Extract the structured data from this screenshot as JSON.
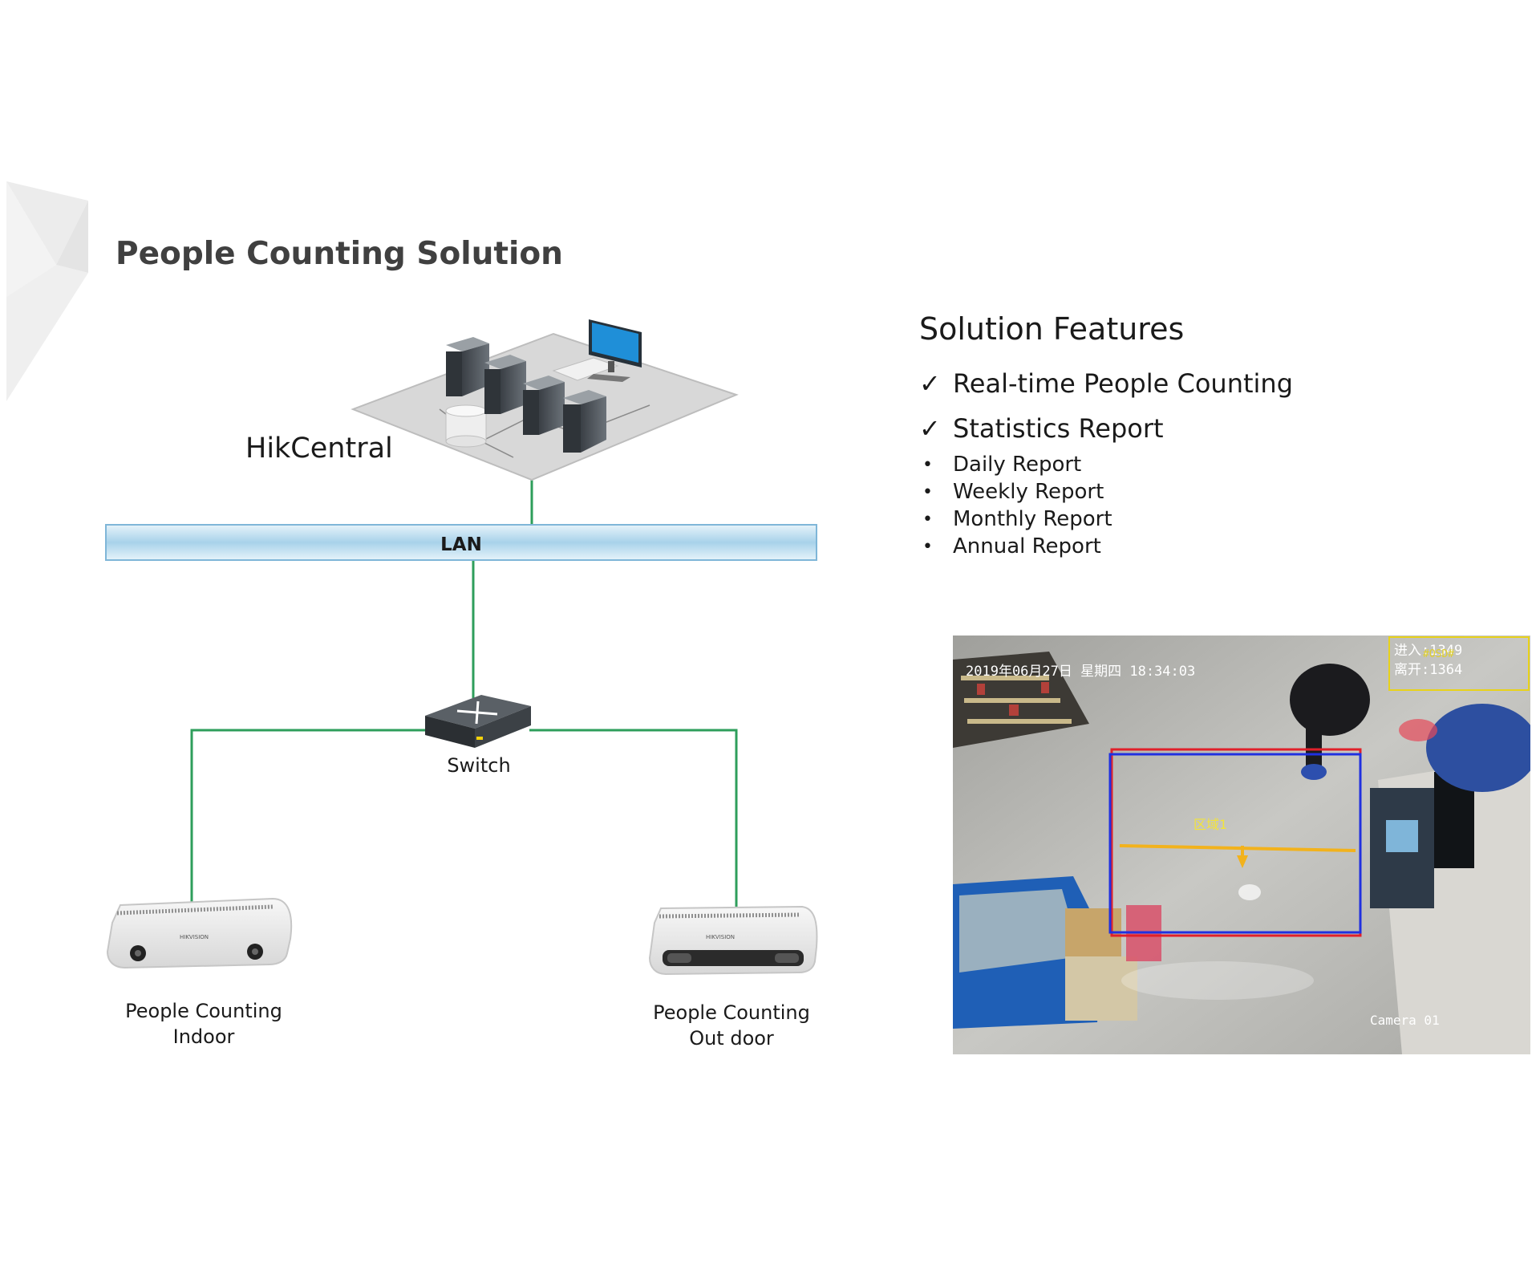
{
  "slide": {
    "title": "People Counting Solution"
  },
  "diagram": {
    "server_label": "HikCentral",
    "lan_label": "LAN",
    "switch_label": "Switch",
    "indoor_label_line1": "People Counting",
    "indoor_label_line2": "Indoor",
    "outdoor_label_line1": "People Counting",
    "outdoor_label_line2": "Out door",
    "camera_brand": "HIKVISION",
    "colors": {
      "connector": "#2e9e5b",
      "lan_bar": "#b7d9ec",
      "platform": "#d9d9d9",
      "monitor": "#1f8fd8"
    }
  },
  "features": {
    "heading": "Solution Features",
    "items": [
      {
        "label": "Real-time People Counting",
        "icon": "check-icon"
      },
      {
        "label": "Statistics Report",
        "icon": "check-icon"
      }
    ],
    "reports": [
      "Daily Report",
      "Weekly Report",
      "Monthly Report",
      "Annual Report"
    ]
  },
  "camera_feed": {
    "timestamp": "2019年06月27日 星期四 18:34:03",
    "counter_in": "进入:1349",
    "counter_out": "离开:1364",
    "osd_tag": "#OSD#",
    "region_label": "区域1",
    "camera_name": "Camera 01",
    "colors": {
      "region_red": "#e0202a",
      "region_blue": "#2030e0",
      "count_line": "#f2b21c",
      "counter_box": "#e8d21a"
    }
  }
}
